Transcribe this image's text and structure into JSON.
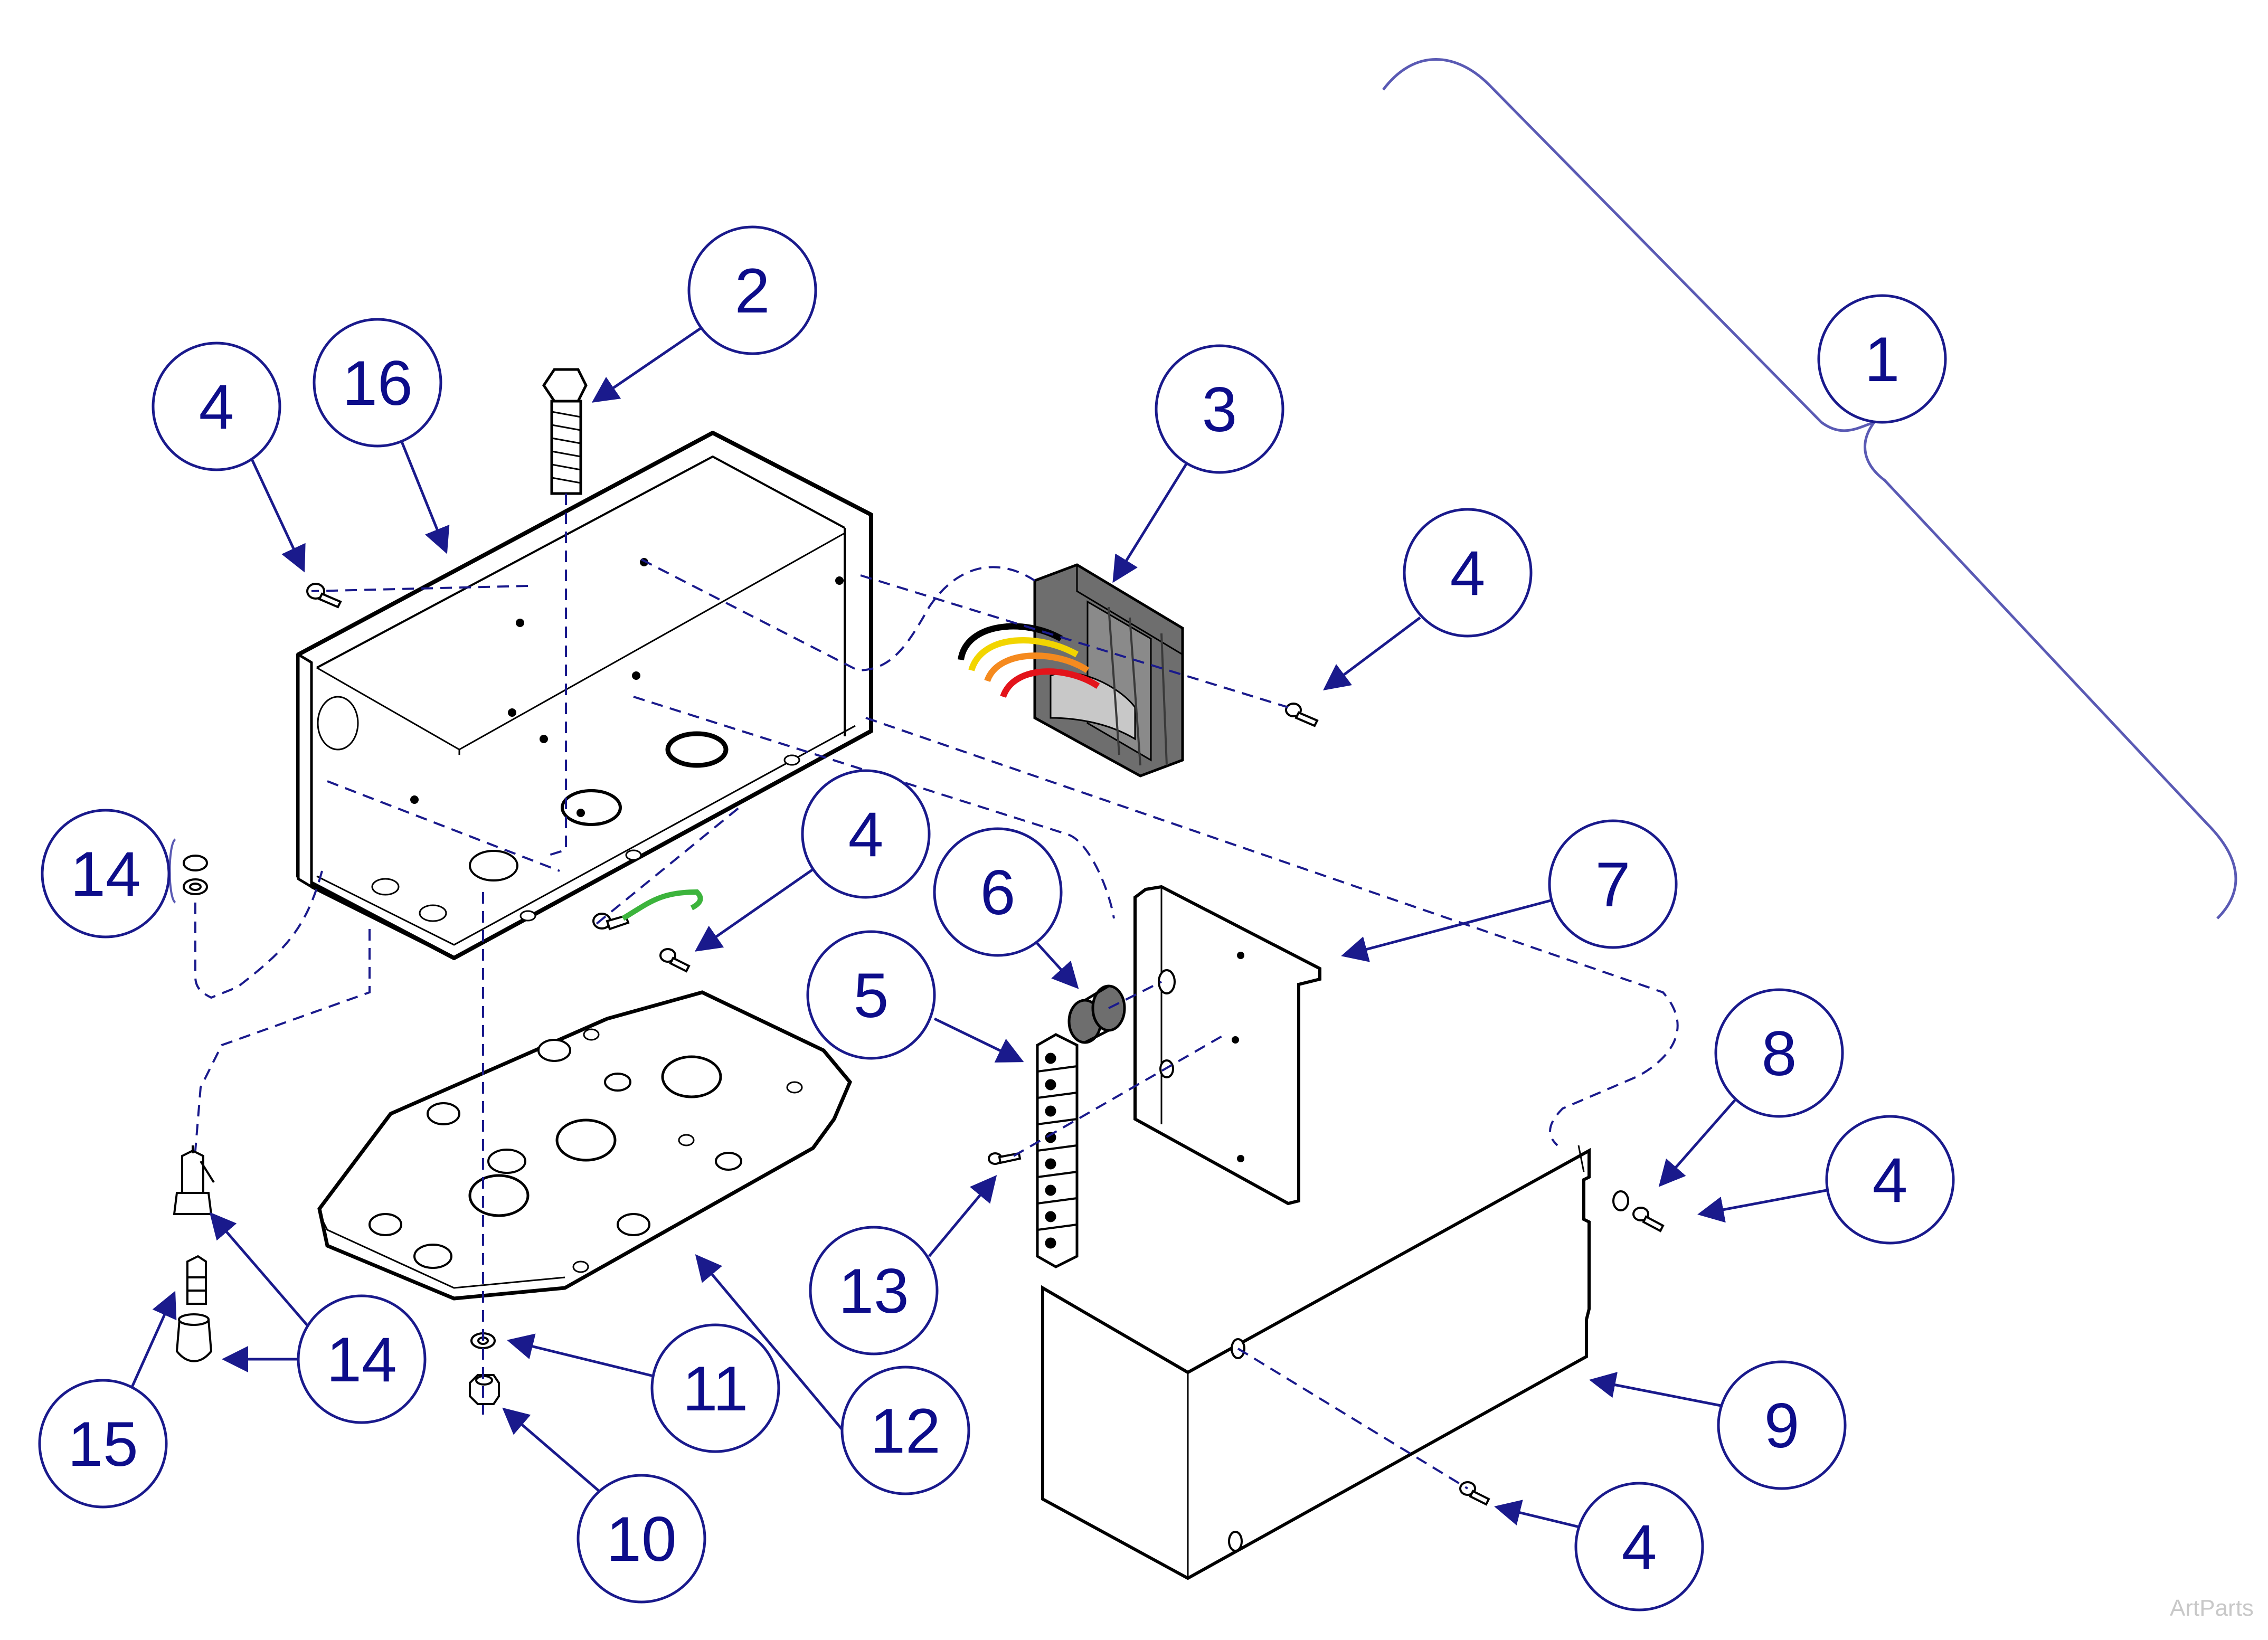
{
  "callouts": [
    {
      "key": "c1",
      "label": "1"
    },
    {
      "key": "c2",
      "label": "2"
    },
    {
      "key": "c3",
      "label": "3"
    },
    {
      "key": "c4a",
      "label": "4"
    },
    {
      "key": "c4b",
      "label": "4"
    },
    {
      "key": "c4c",
      "label": "4"
    },
    {
      "key": "c4d",
      "label": "4"
    },
    {
      "key": "c4e",
      "label": "4"
    },
    {
      "key": "c5",
      "label": "5"
    },
    {
      "key": "c6",
      "label": "6"
    },
    {
      "key": "c7",
      "label": "7"
    },
    {
      "key": "c8",
      "label": "8"
    },
    {
      "key": "c9",
      "label": "9"
    },
    {
      "key": "c10",
      "label": "10"
    },
    {
      "key": "c11",
      "label": "11"
    },
    {
      "key": "c12",
      "label": "12"
    },
    {
      "key": "c13",
      "label": "13"
    },
    {
      "key": "c14a",
      "label": "14"
    },
    {
      "key": "c14b",
      "label": "14"
    },
    {
      "key": "c15",
      "label": "15"
    },
    {
      "key": "c16",
      "label": "16"
    }
  ],
  "colors": {
    "callout_stroke": "#1a1a8c",
    "callout_text": "#0d0d8a",
    "bracket": "#5a5ab4",
    "line_art": "#000000",
    "leader_dash": "#1a1a8c",
    "wire_yellow": "#f2d500",
    "wire_orange": "#f58a1f",
    "wire_red": "#e3141b",
    "wire_green": "#3cb43c",
    "transformer_core": "#6e6e6e",
    "watermark": "#c8c8c8"
  },
  "watermark": "ArtParts"
}
